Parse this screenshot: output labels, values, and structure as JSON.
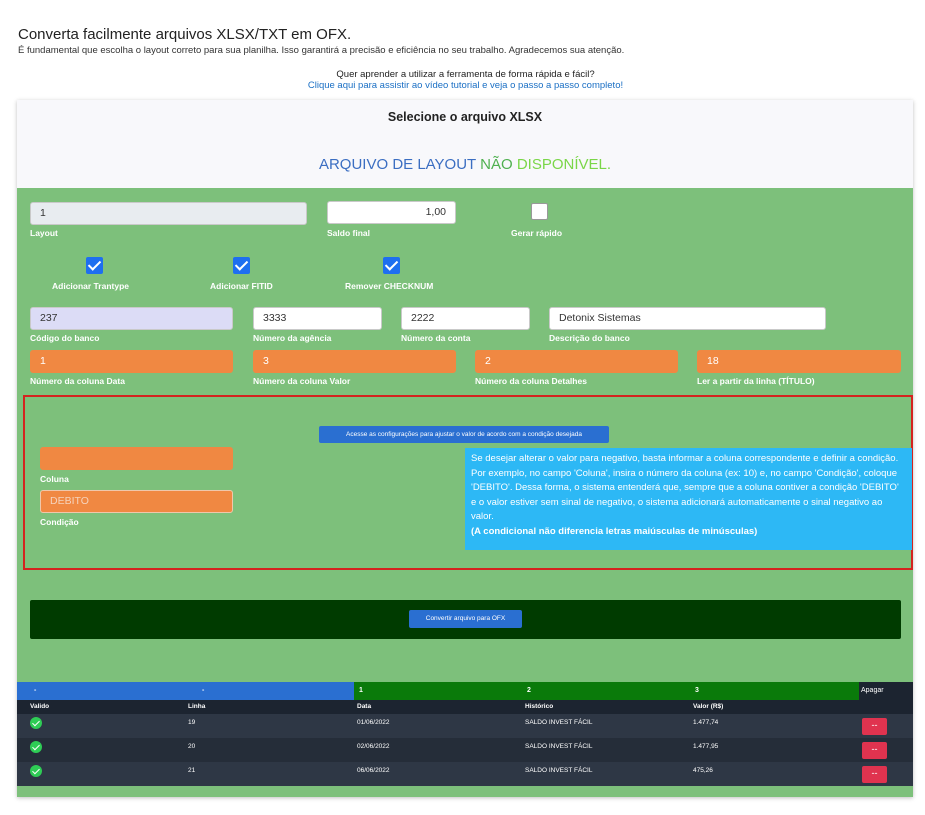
{
  "header": {
    "title": "Converta facilmente arquivos XLSX/TXT em OFX.",
    "subtitle": "É fundamental que escolha o layout correto para sua planilha. Isso garantirá a precisão e eficiência no seu trabalho. Agradecemos sua atenção.",
    "help_question": "Quer aprender a utilizar a ferramenta de forma rápida e fácil?",
    "help_link": "Clique aqui para assistir ao vídeo tutorial e veja o passo a passo completo!"
  },
  "card": {
    "title": "Selecione o arquivo XLSX",
    "warning_part1": "ARQUIVO DE LAYOUT",
    "warning_part2": "NÃO",
    "warning_part3": "DISPONÍVEL."
  },
  "form": {
    "layout": {
      "label": "Layout",
      "value": "1"
    },
    "saldo_final": {
      "label": "Saldo final",
      "value": "1,00"
    },
    "gerar_rapido": {
      "label": "Gerar rápido",
      "checked": false
    },
    "adicionar_trantype": {
      "label": "Adicionar Trantype",
      "checked": true
    },
    "adicionar_fitid": {
      "label": "Adicionar FITID",
      "checked": true
    },
    "remover_checknum": {
      "label": "Remover CHECKNUM",
      "checked": true
    },
    "codigo_banco": {
      "label": "Código do banco",
      "value": "237"
    },
    "numero_agencia": {
      "label": "Número da agência",
      "value": "3333"
    },
    "numero_conta": {
      "label": "Número da conta",
      "value": "2222"
    },
    "descricao_banco": {
      "label": "Descrição do banco",
      "value": "Detonix Sistemas"
    },
    "coluna_data": {
      "label": "Número da coluna Data",
      "value": "1"
    },
    "coluna_valor": {
      "label": "Número da coluna Valor",
      "value": "3"
    },
    "coluna_detalhes": {
      "label": "Número da coluna Detalhes",
      "value": "2"
    },
    "ler_linha": {
      "label": "Ler a partir da linha (TÍTULO)",
      "value": "18"
    }
  },
  "condition": {
    "config_button": "Acesse as configurações para ajustar o valor de acordo com a condição desejada",
    "coluna": {
      "label": "Coluna",
      "value": ""
    },
    "condicao": {
      "label": "Condição",
      "placeholder": "DEBITO"
    },
    "info_text": "Se desejar alterar o valor para negativo, basta informar a coluna correspondente e definir a condição. Por exemplo, no campo 'Coluna', insira o número da coluna (ex: 10) e, no campo 'Condição', coloque 'DEBITO'. Dessa forma, o sistema entenderá que, sempre que a coluna contiver a condição 'DEBITO' e o valor estiver sem sinal de negativo, o sistema adicionará automaticamente o sinal negativo ao valor.",
    "info_bold": "(A condicional não diferencia letras maiúsculas de minúsculas)"
  },
  "convert": {
    "button_label": "Convertir arquivo para OFX"
  },
  "table": {
    "mapping": [
      "-",
      "-",
      "1",
      "2",
      "3",
      "Apagar"
    ],
    "headers": [
      "Valido",
      "Linha",
      "Data",
      "Histórico",
      "Valor (R$)"
    ],
    "rows": [
      {
        "linha": "19",
        "data": "01/06/2022",
        "historico": "SALDO INVEST FÁCIL",
        "valor": "1.477,74"
      },
      {
        "linha": "20",
        "data": "02/06/2022",
        "historico": "SALDO INVEST FÁCIL",
        "valor": "1.477,95"
      },
      {
        "linha": "21",
        "data": "06/06/2022",
        "historico": "SALDO INVEST FÁCIL",
        "valor": "475,26"
      }
    ],
    "delete_label": "--"
  },
  "colors": {
    "card_green": "#7dc07b",
    "accent_blue": "#2a6fd1",
    "field_orange": "#f08842",
    "info_blue": "#2db8f5",
    "dark_green": "#003b00",
    "delete_red": "#e0334f"
  }
}
